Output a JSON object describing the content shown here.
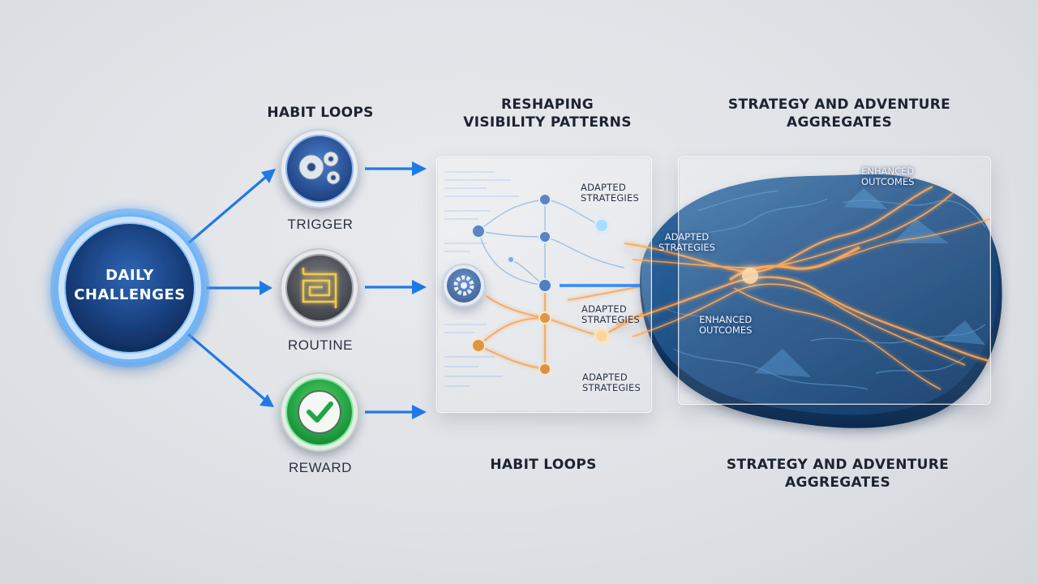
{
  "diagram": {
    "start_node": {
      "line1": "DAILY",
      "line2": "CHALLENGES"
    },
    "column1": {
      "heading": "HABIT LOOPS",
      "items": [
        {
          "label": "TRIGGER",
          "icon": "gears-icon",
          "color": "#2f5fb3"
        },
        {
          "label": "ROUTINE",
          "icon": "maze-icon",
          "color": "#5b5d62"
        },
        {
          "label": "REWARD",
          "icon": "checkmark-icon",
          "color": "#22b14c"
        }
      ]
    },
    "column2": {
      "heading_line1": "RESHAPING",
      "heading_line2": "VISIBILITY PATTERNS",
      "footer": "HABIT LOOPS",
      "labels": [
        {
          "line1": "ADAPTED",
          "line2": "STRATEGIES"
        },
        {
          "line1": "ADAPTED",
          "line2": "STRATEGIES"
        },
        {
          "line1": "ADAPTED",
          "line2": "STRATEGIES"
        }
      ]
    },
    "column3": {
      "heading_line1": "STRATEGY AND ADVENTURE",
      "heading_line2": "AGGREGATES",
      "footer_line1": "STRATEGY AND ADVENTURE",
      "footer_line2": "AGGREGATES",
      "labels": [
        {
          "line1": "ENHANCED",
          "line2": "OUTCOMES"
        },
        {
          "line1": "ADAPTED",
          "line2": "STRATEGIES"
        },
        {
          "line1": "ENHANCED",
          "line2": "OUTCOMES"
        }
      ]
    },
    "colors": {
      "accent_blue": "#1f7ae8",
      "glow_orange": "#ff9a3c",
      "terrain_blue": "#1d4f86"
    }
  }
}
